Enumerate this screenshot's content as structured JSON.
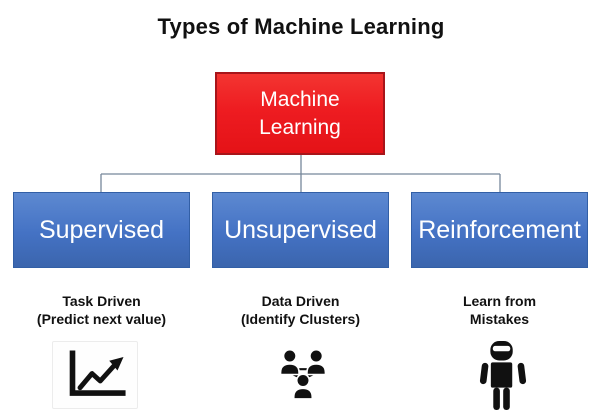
{
  "title": "Types of Machine Learning",
  "root": {
    "label": "Machine Learning"
  },
  "branches": [
    {
      "id": "supervised",
      "label": "Supervised",
      "description": [
        "Task Driven",
        "(Predict next value)"
      ],
      "icon": "trend-chart-icon"
    },
    {
      "id": "unsupervised",
      "label": "Unsupervised",
      "description": [
        "Data Driven",
        "(Identify Clusters)"
      ],
      "icon": "people-cluster-icon"
    },
    {
      "id": "reinforcement",
      "label": "Reinforcement",
      "description": [
        "Learn from",
        "Mistakes"
      ],
      "icon": "robot-icon"
    }
  ],
  "colors": {
    "background": "#ffffff",
    "title_text": "#111111",
    "root_fill": "#ee1c21",
    "root_border": "#a8151a",
    "branch_fill": "#4472c4",
    "branch_fill_top": "#5d89d1",
    "branch_border": "#325fa6",
    "box_text": "#ffffff",
    "description_text": "#111111",
    "connector_line": "#76879a",
    "icon_color": "#111111"
  }
}
